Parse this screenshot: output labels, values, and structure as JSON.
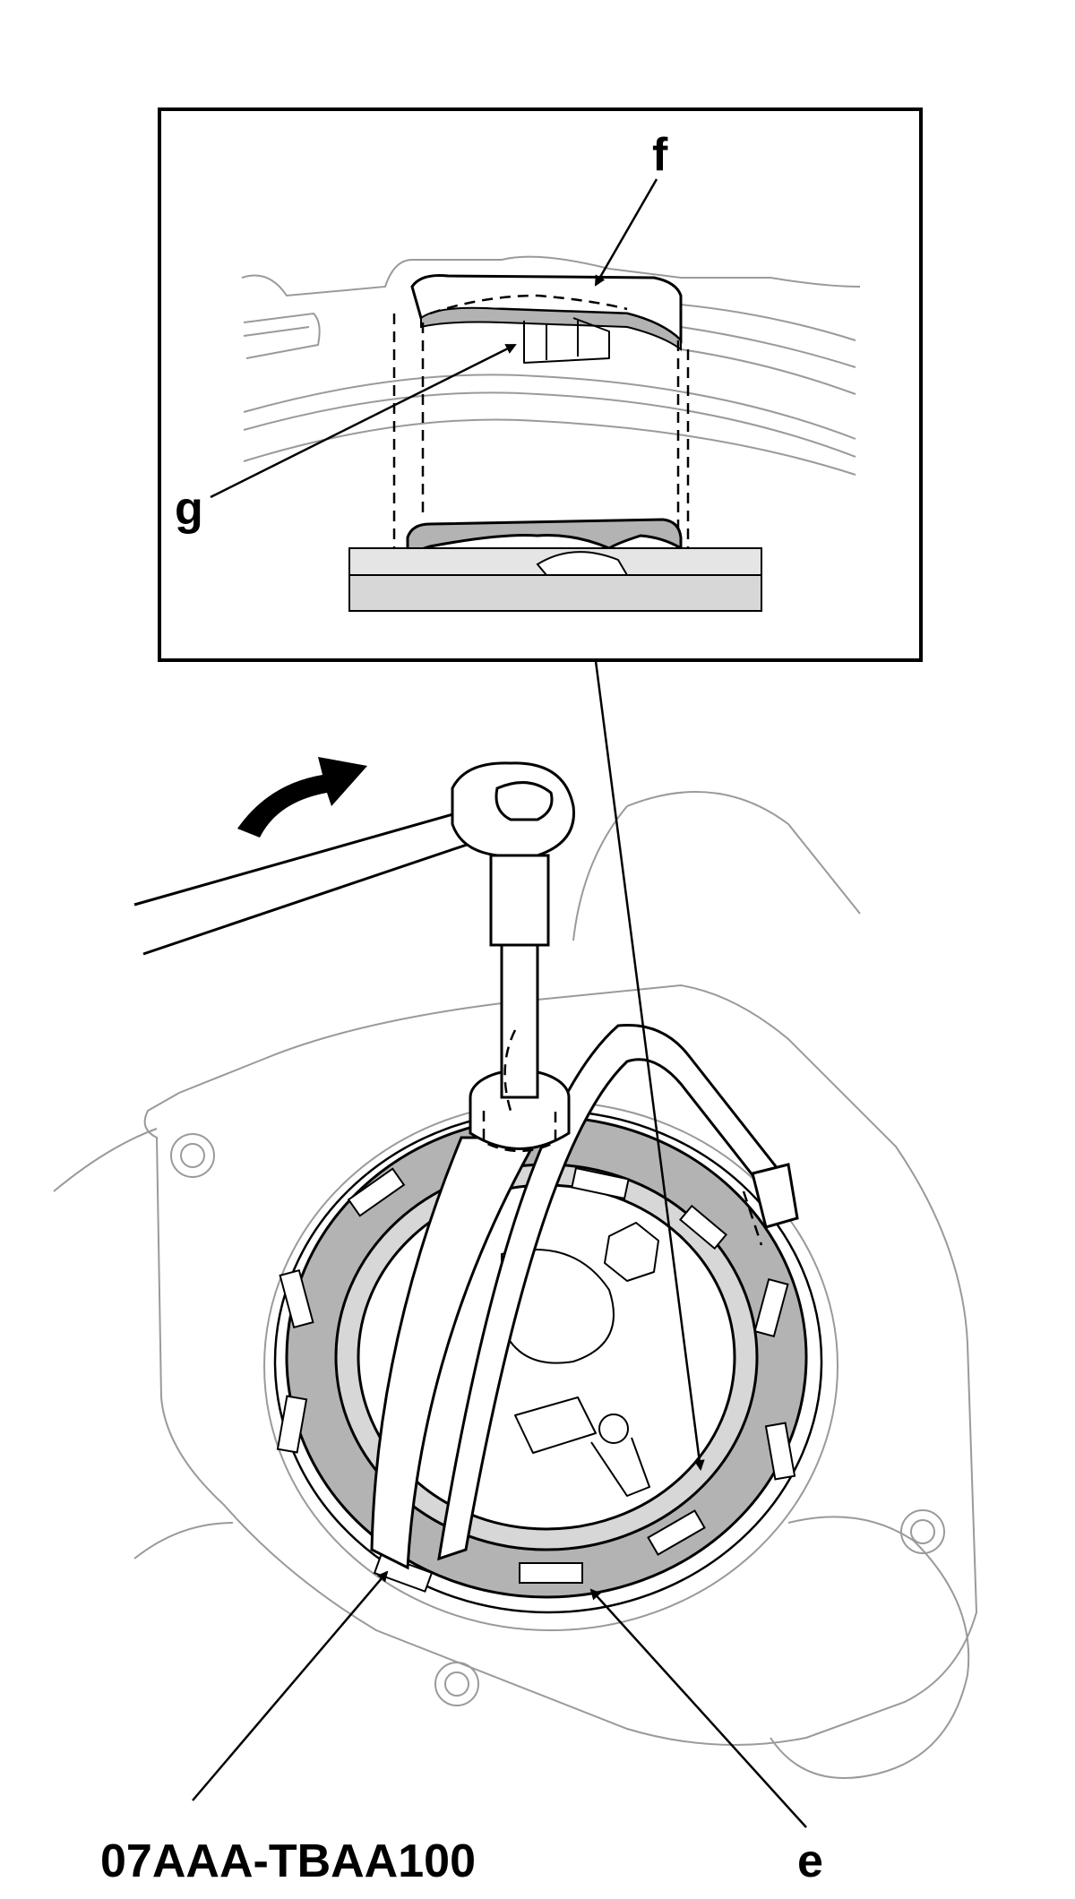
{
  "diagram": {
    "labels": {
      "f": "f",
      "g": "g",
      "e": "e",
      "tool": "07AAA-TBAA100"
    },
    "colors": {
      "ring_fill": "#b3b3b3",
      "part_fill": "#d7d7d7",
      "ink": "#000000",
      "background_lines": "#9a9a9a"
    }
  }
}
